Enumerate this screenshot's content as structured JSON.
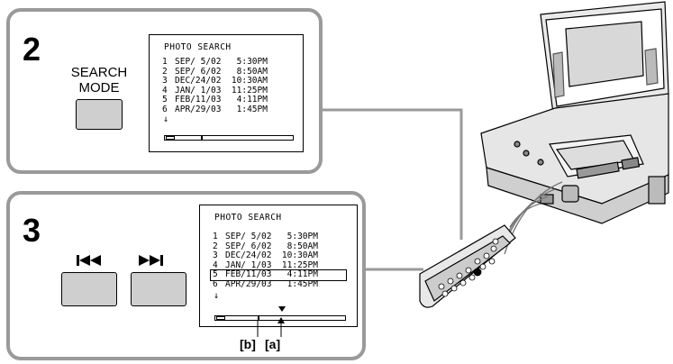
{
  "step2": {
    "number": "2",
    "button_label_line1": "SEARCH",
    "button_label_line2": "MODE",
    "screen": {
      "title": "PHOTO SEARCH",
      "rows": [
        {
          "n": "1",
          "text": "SEP/ 5/02   5:30PM"
        },
        {
          "n": "2",
          "text": "SEP/ 6/02   8:50AM"
        },
        {
          "n": "3",
          "text": "DEC/24/02  10:30AM"
        },
        {
          "n": "4",
          "text": "JAN/ 1/03  11:25PM"
        },
        {
          "n": "5",
          "text": "FEB/11/03   4:11PM"
        },
        {
          "n": "6",
          "text": "APR/29/03   1:45PM"
        }
      ],
      "more": "↓",
      "tape_icon": "cassette-icon"
    }
  },
  "step3": {
    "number": "3",
    "prev_icon": "⏮",
    "next_icon": "⏭",
    "screen": {
      "title": "PHOTO SEARCH",
      "rows": [
        {
          "n": "1",
          "text": "SEP/ 5/02   5:30PM"
        },
        {
          "n": "2",
          "text": "SEP/ 6/02   8:50AM"
        },
        {
          "n": "3",
          "text": "DEC/24/02  10:30AM"
        },
        {
          "n": "4",
          "text": "JAN/ 1/03  11:25PM"
        },
        {
          "n": "5",
          "text": "FEB/11/03   4:11PM"
        },
        {
          "n": "6",
          "text": "APR/29/03   1:45PM"
        }
      ],
      "selected_row": 5,
      "more": "↓",
      "tape_icon": "cassette-icon"
    },
    "label_b": "[b]",
    "label_a": "[a]"
  },
  "colors": {
    "panel_border": "#9a9a9a",
    "button_fill": "#cfcfcf"
  }
}
